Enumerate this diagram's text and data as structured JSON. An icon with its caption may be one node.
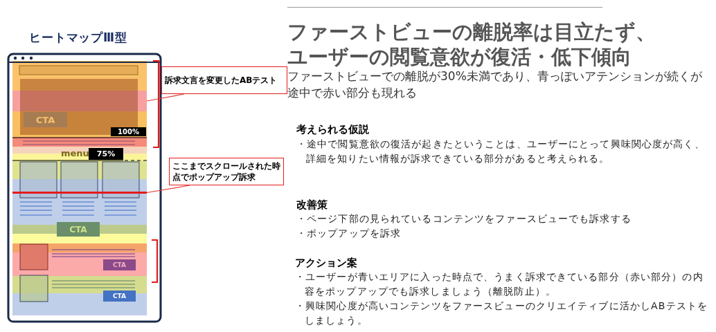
{
  "diagram": {
    "title": "ファーストビューの離脱率は目立たず、ユーザーの閲覧意欲が復活・低下傾向",
    "nodes": [
      {
        "text": [
          "訴求文言を変更したABテスト"
        ]
      },
      {
        "text": [],
        "shape": "box"
      },
      {
        "text": [
          "ここまでスクロールされた時点でポップアップ訴求"
        ]
      },
      {
        "text": [],
        "shape": "bar"
      }
    ],
    "edges": [
      {
        "from": 0,
        "to": 1,
        "arrow": "none"
      },
      {
        "from": 2,
        "to": 3,
        "arrow": "none"
      }
    ],
    "labels": [
      "ヒートマップⅢ型",
      "CTA",
      "100%",
      "menu",
      "75%",
      "CTA",
      "CTA",
      "CTA",
      "ファーストビューでの離脱が30%未満であり、青っぽいアテンションが続くが途中で赤い部分も現れる",
      "考えられる仮説",
      "・途中で閲覧意欲の復活が起きたということは、ユーザーにとって興味関心度が高く、詳細を知りたい情報が訴求できている部分があると考えられる。",
      "改善策",
      "・ページ下部の見られているコンテンツをファースビューでも訴求する",
      "・ポップアップを訴求",
      "アクション案",
      "・ユーザーが青いエリアに入った時点で、うまく訴求できている部分（赤い部分）の内容をポップアップでも訴求しましょう（離脱防止）。",
      "・興味関心度が高いコンテンツをファースビューのクリエイティブに活かしABテストをしましょう。"
    ]
  }
}
